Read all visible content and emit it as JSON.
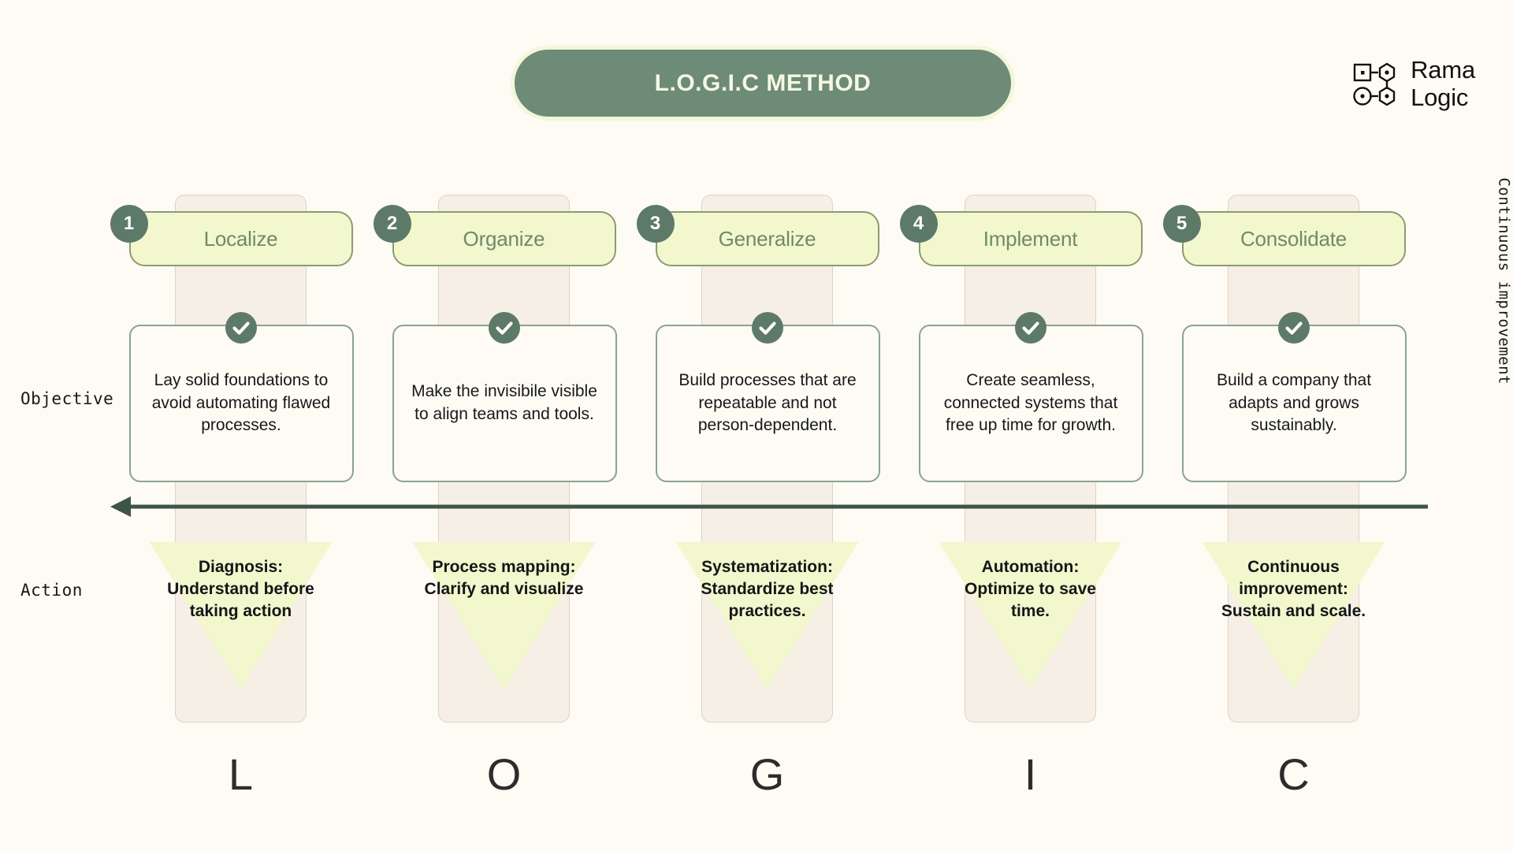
{
  "header": {
    "title": "L.O.G.I.C METHOD",
    "brand_line1": "Rama",
    "brand_line2": "Logic"
  },
  "labels": {
    "objective": "Objective",
    "action": "Action",
    "side": "Continuous improvement"
  },
  "colors": {
    "background": "#fdfbf3",
    "title_pill": "#6d8b77",
    "title_pill_ring": "#f3f6d9",
    "accent_green": "#5d7a68",
    "pale_yellow": "#f2f7cd",
    "column_beige": "#f6efe5",
    "card_border": "#8ba391",
    "step_text": "#6f8a6b"
  },
  "steps": [
    {
      "number": "1",
      "letter": "L",
      "title": "Localize",
      "objective": "Lay solid foundations to avoid automating flawed processes.",
      "action": "Diagnosis: Understand before taking action"
    },
    {
      "number": "2",
      "letter": "O",
      "title": "Organize",
      "objective": "Make the invisibile visible to align teams and tools.",
      "action": "Process mapping: Clarify and visualize"
    },
    {
      "number": "3",
      "letter": "G",
      "title": "Generalize",
      "objective": "Build processes that are repeatable and not person-dependent.",
      "action": "Systematization: Standardize best practices."
    },
    {
      "number": "4",
      "letter": "I",
      "title": "Implement",
      "objective": "Create seamless, connected systems that free up time for growth.",
      "action": "Automation: Optimize to save time."
    },
    {
      "number": "5",
      "letter": "C",
      "title": "Consolidate",
      "objective": "Build a company that adapts and grows sustainably.",
      "action": "Continuous improvement: Sustain and scale."
    }
  ]
}
